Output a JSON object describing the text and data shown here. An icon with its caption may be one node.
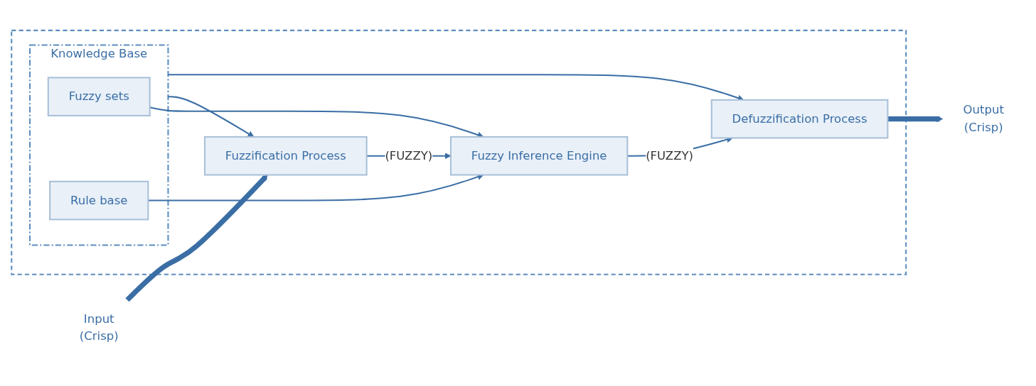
{
  "diagram": {
    "nodes": [
      {
        "text": [],
        "shape": "box"
      },
      {
        "text": [
          "Knowledge Base"
        ],
        "in": 0
      },
      {
        "text": [
          "Fuzzy sets"
        ],
        "in": 1
      },
      {
        "text": [
          "Rule base"
        ],
        "in": 1
      },
      {
        "text": [
          "Input",
          "(Crisp)"
        ]
      },
      {
        "text": [
          "Fuzzification Process"
        ],
        "in": 0
      },
      {
        "text": [
          "Fuzzy Inference Engine"
        ],
        "in": 0
      },
      {
        "text": [
          "Defuzzification Process"
        ],
        "in": 0
      },
      {
        "text": [
          "Output",
          "(Crisp)"
        ]
      }
    ],
    "edges": [
      {
        "from": 4,
        "to": 5,
        "arrow": "to",
        "style": "thick"
      },
      {
        "from": 1,
        "to": 5,
        "arrow": "to"
      },
      {
        "from": 2,
        "to": 6,
        "arrow": "to"
      },
      {
        "from": 3,
        "to": 6,
        "arrow": "to"
      },
      {
        "from": 1,
        "to": 7,
        "arrow": "to"
      },
      {
        "from": 5,
        "to": 6,
        "arrow": "to",
        "label": "(FUZZY)"
      },
      {
        "from": 6,
        "to": 7,
        "arrow": "to",
        "label": "(FUZZY)"
      },
      {
        "from": 7,
        "to": 8,
        "arrow": "to",
        "style": "thick"
      }
    ]
  }
}
